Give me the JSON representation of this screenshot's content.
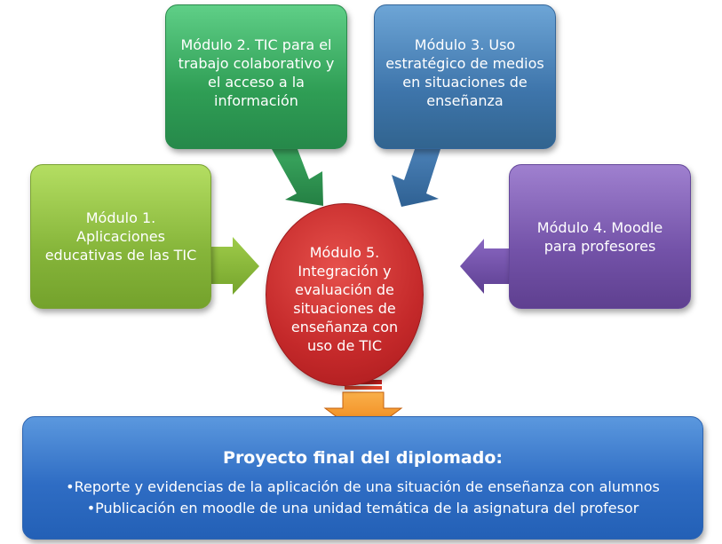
{
  "modules": {
    "m1": "Módulo 1.\nAplicaciones\neducativas de las TIC",
    "m2": "Módulo 2. TIC para el\ntrabajo colaborativo y\nel acceso a la\ninformación",
    "m3": "Módulo 3. Uso\nestratégico de medios\nen situaciones de\nenseñanza",
    "m4": "Módulo 4.  Moodle\npara profesores",
    "m5": "Módulo 5.\nIntegración y\nevaluación de\nsituaciones de\nenseñanza con\nuso de TIC"
  },
  "final_project": {
    "title": "Proyecto final del diplomado:",
    "items": [
      "•Reporte y evidencias de la aplicación de una situación de enseñanza con alumnos",
      "•Publicación en moodle de una unidad temática de la asignatura del profesor"
    ]
  },
  "colors": {
    "m1": "#8cbd3f",
    "m2": "#33a35a",
    "m3": "#4277ad",
    "m4": "#7a55b0",
    "m5": "#c8282a",
    "final": "#3070c6",
    "down_arrow": "#f7941d"
  }
}
